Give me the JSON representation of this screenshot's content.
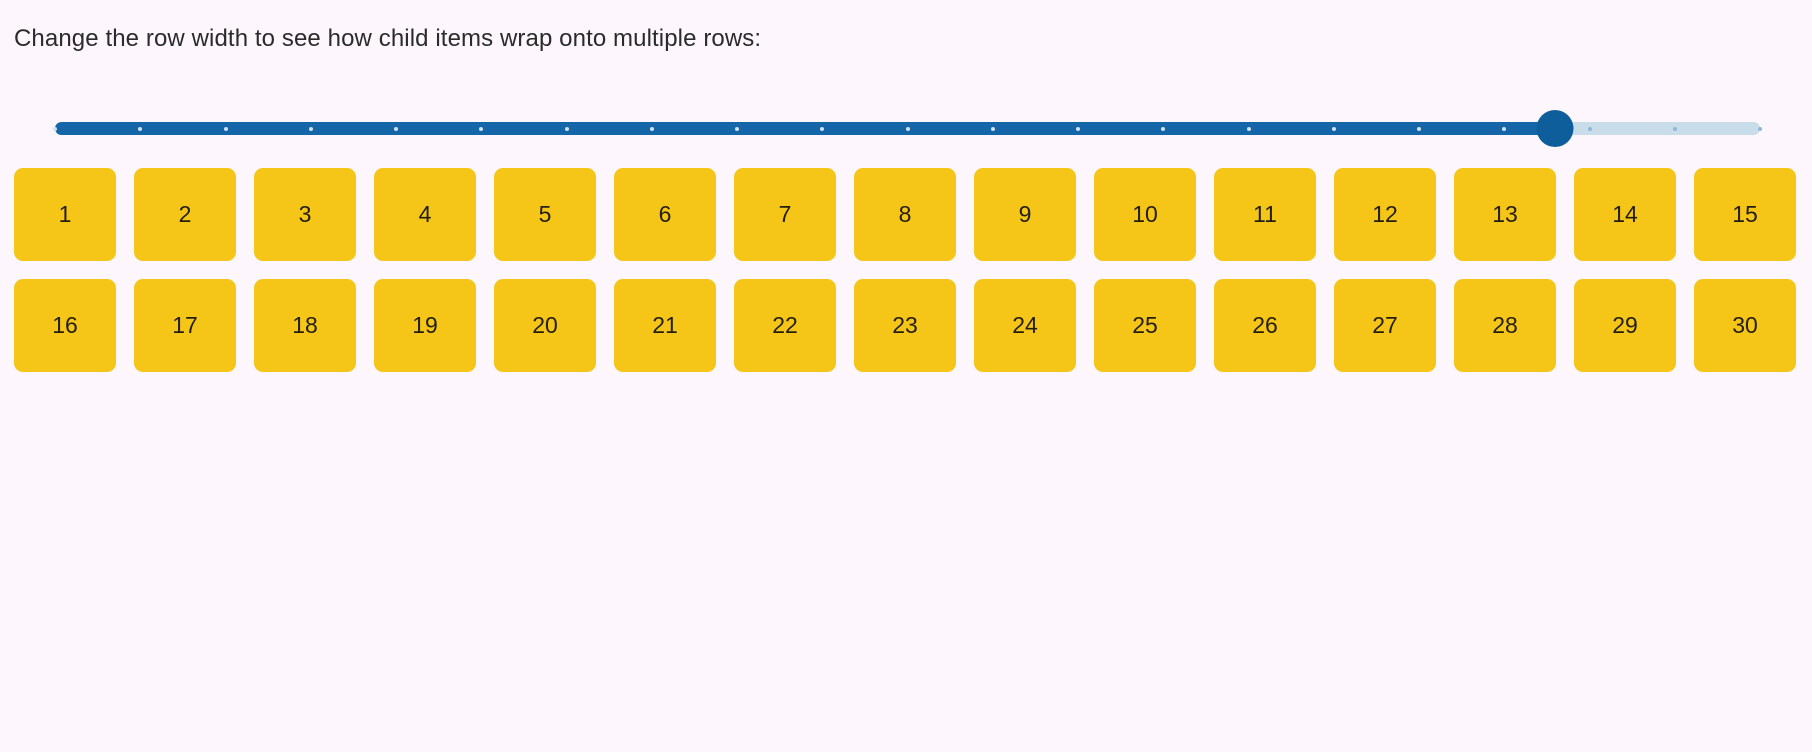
{
  "page": {
    "background_color": "#fdf7fd",
    "instruction": "Change the row width to see how child items wrap onto multiple rows:"
  },
  "slider": {
    "name": "row-width-slider",
    "orientation": "horizontal",
    "min": 0,
    "max": 100,
    "value": 88,
    "step": 1,
    "tick_count": 21,
    "filled_color": "#1466a8",
    "track_color": "#c9dcea",
    "thumb_color": "#0f5e9c",
    "value_label": "88"
  },
  "items": {
    "container_name": "flex-items-container",
    "item_color": "#f5c518",
    "item_text_color": "#231f10",
    "items_per_row": 15,
    "row_count": 2,
    "total": 30,
    "labels": [
      "1",
      "2",
      "3",
      "4",
      "5",
      "6",
      "7",
      "8",
      "9",
      "10",
      "11",
      "12",
      "13",
      "14",
      "15",
      "16",
      "17",
      "18",
      "19",
      "20",
      "21",
      "22",
      "23",
      "24",
      "25",
      "26",
      "27",
      "28",
      "29",
      "30"
    ]
  }
}
